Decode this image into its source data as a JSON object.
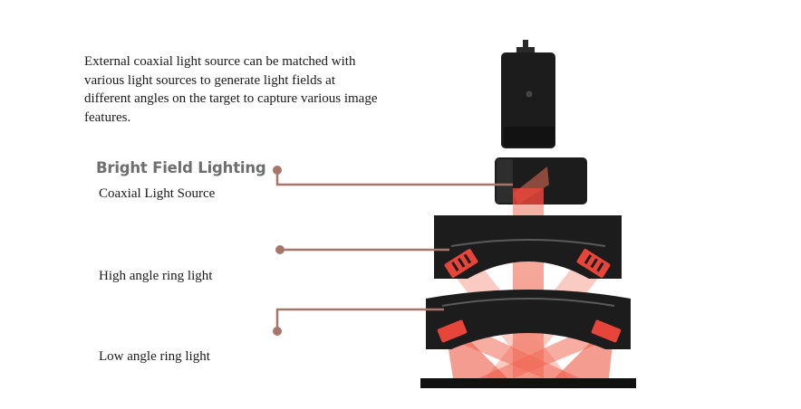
{
  "description": "External coaxial light source can be matched with various light sources to generate light fields at different angles on the target to capture various image features.",
  "heading": "Bright Field Lighting",
  "labels": {
    "coaxial": "Coaxial Light Source",
    "high_ring": "High angle ring light",
    "low_ring": "Low angle ring light"
  },
  "colors": {
    "leader_line": "#a8756a",
    "housing": "#1c1c1c",
    "led": "#e8453a",
    "beam": "#f0806e"
  },
  "icons": {
    "camera": "camera-icon",
    "coaxial_light": "coaxial-light-icon",
    "high_ring_light": "ring-light-icon",
    "low_ring_light": "ring-light-icon"
  }
}
